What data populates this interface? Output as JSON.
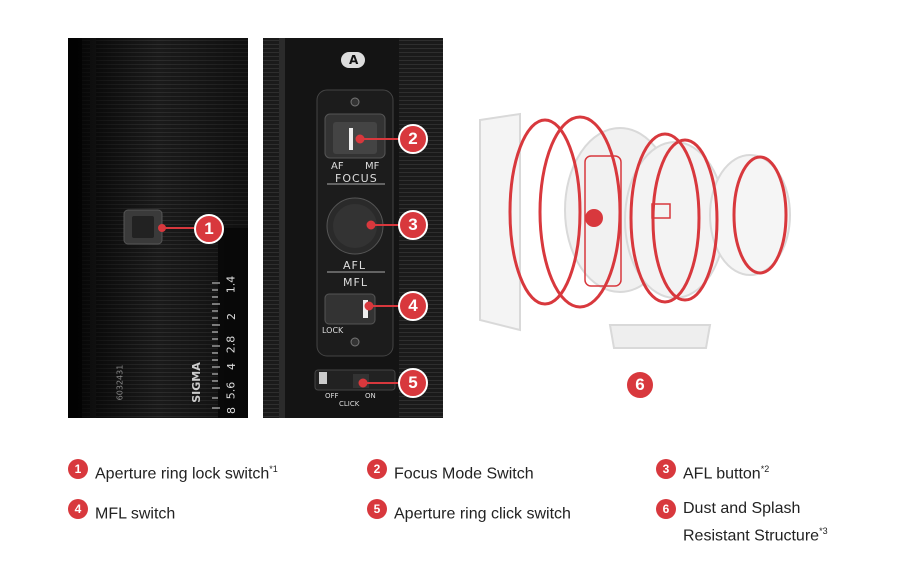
{
  "panel1": {
    "brand": "SIGMA",
    "serial": "6032431",
    "aperture_marks": [
      "1.4",
      "2",
      "2.8",
      "4",
      "5.6",
      "8"
    ]
  },
  "panel2": {
    "mode_badge": "A",
    "af": "AF",
    "mf": "MF",
    "focus": "FOCUS",
    "afl": "AFL",
    "mfl": "MFL",
    "lock": "LOCK",
    "off": "OFF",
    "on": "ON",
    "click": "CLICK"
  },
  "callouts": {
    "c1": "1",
    "c2": "2",
    "c3": "3",
    "c4": "4",
    "c5": "5",
    "c6": "6"
  },
  "legend": [
    {
      "num": "1",
      "label": "Aperture ring lock switch",
      "note": "*1"
    },
    {
      "num": "2",
      "label": "Focus Mode Switch",
      "note": ""
    },
    {
      "num": "3",
      "label": "AFL button",
      "note": "*2"
    },
    {
      "num": "4",
      "label": "MFL switch",
      "note": ""
    },
    {
      "num": "5",
      "label": "Aperture ring click switch",
      "note": ""
    },
    {
      "num": "6",
      "label": "Dust and Splash\nResistant Structure",
      "note": "*3"
    }
  ],
  "colors": {
    "accent": "#d8383d",
    "panel": "#111111"
  }
}
